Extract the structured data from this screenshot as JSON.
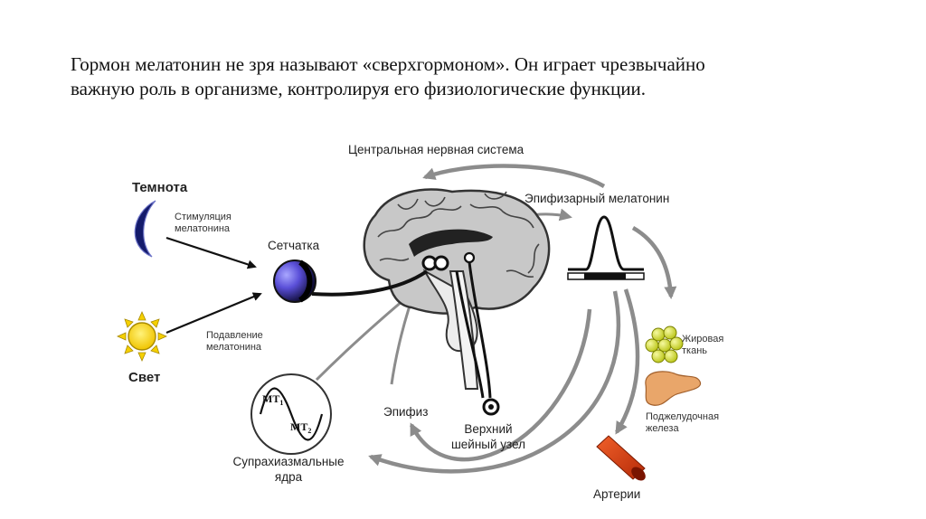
{
  "caption": {
    "line1": "Гормон мелатонин не зря называют «сверхгормоном». Он играет чрезвычайно",
    "line2": "важную роль в организме, контролируя его физиологические функции."
  },
  "labels": {
    "cns": "Центральная нервная система",
    "darkness": "Темнота",
    "stimulation_1": "Стимуляция",
    "stimulation_2": "мелатонина",
    "retina": "Сетчатка",
    "pineal_melatonin": "Эпифизарный мелатонин",
    "light": "Свет",
    "suppression_1": "Подавление",
    "suppression_2": "мелатонина",
    "mt1": "MT",
    "mt1_sub": "1",
    "mt2": "MT",
    "mt2_sub": "2",
    "pineal": "Эпифиз",
    "ganglion_1": "Верхний",
    "ganglion_2": "шейный узел",
    "scn_1": "Супрахиазмальные",
    "scn_2": "ядра",
    "fat_1": "Жировая",
    "fat_2": "ткань",
    "pancreas_1": "Поджелудочная",
    "pancreas_2": "железа",
    "arteries": "Артерии"
  },
  "icons": [
    "moon-icon",
    "sun-icon",
    "eye-icon",
    "brain-icon",
    "melatonin-peak-icon",
    "fat-tissue-icon",
    "pancreas-icon",
    "artery-icon",
    "scn-rhythm-icon"
  ],
  "colors": {
    "moon": "#141b6b",
    "sun": "#f5d000",
    "fat": "#d8e22a",
    "pancreas": "#e9a66a",
    "artery": "#d23a10",
    "arrow_grey": "#8c8c8c"
  }
}
